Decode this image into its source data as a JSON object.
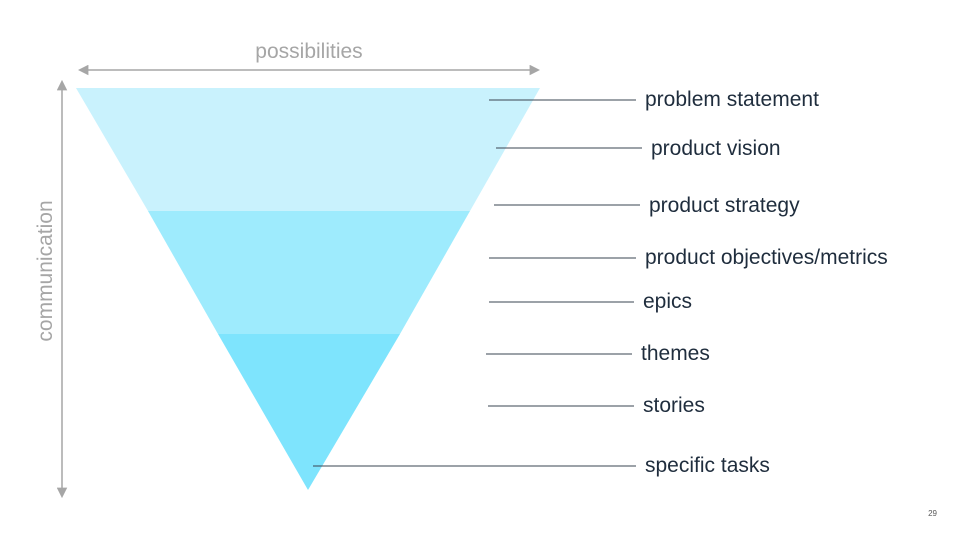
{
  "diagram": {
    "axes": {
      "horizontal_label": "possibilities",
      "vertical_label": "communication",
      "color": "#a6a6a6"
    },
    "funnel": {
      "band_colors": [
        "#c9f2fd",
        "#9eebfd",
        "#7ee4fd"
      ]
    },
    "levels": [
      {
        "label": "problem statement"
      },
      {
        "label": "product vision"
      },
      {
        "label": "product strategy"
      },
      {
        "label": "product objectives/metrics"
      },
      {
        "label": "epics"
      },
      {
        "label": "themes"
      },
      {
        "label": "stories"
      },
      {
        "label": "specific tasks"
      }
    ],
    "page_number": "29"
  }
}
